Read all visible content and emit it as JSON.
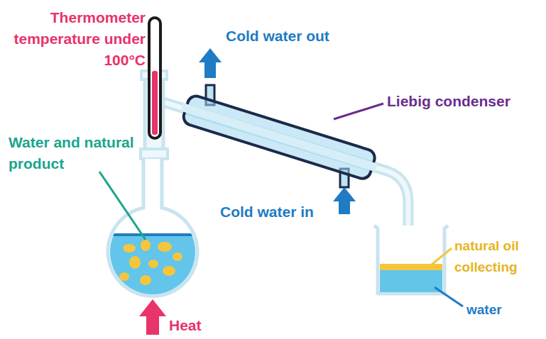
{
  "diagram": {
    "labels": [
      "Thermometer temperature under 100°C",
      "Cold water out",
      "Liebig condenser",
      "Water and natural product",
      "Cold water in",
      "natural oil collecting",
      "water",
      "Heat"
    ]
  }
}
